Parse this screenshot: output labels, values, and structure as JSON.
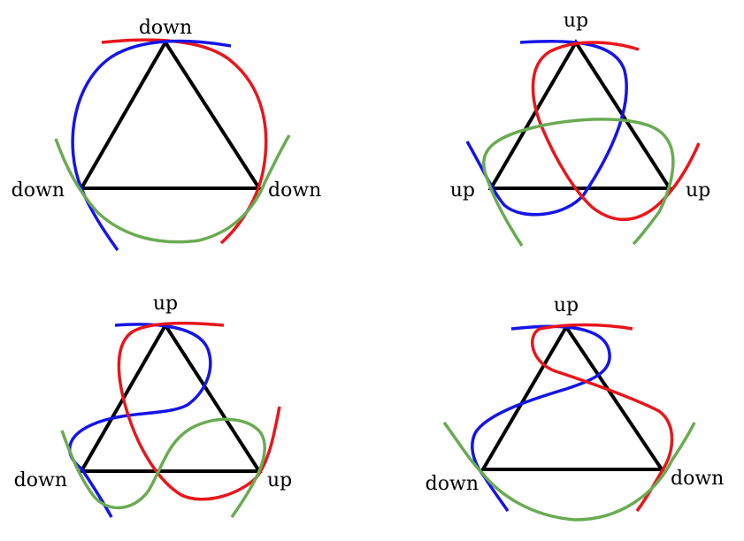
{
  "colors": {
    "triangle": "#000000",
    "red": "#e8161b",
    "blue": "#1515e8",
    "green": "#6aab53"
  },
  "panels": [
    {
      "labels": {
        "top": "down",
        "left": "down",
        "right": "down"
      }
    },
    {
      "labels": {
        "top": "up",
        "left": "up",
        "right": "up"
      }
    },
    {
      "labels": {
        "top": "up",
        "left": "down",
        "right": "up"
      }
    },
    {
      "labels": {
        "top": "up",
        "left": "down",
        "right": "down"
      }
    }
  ]
}
